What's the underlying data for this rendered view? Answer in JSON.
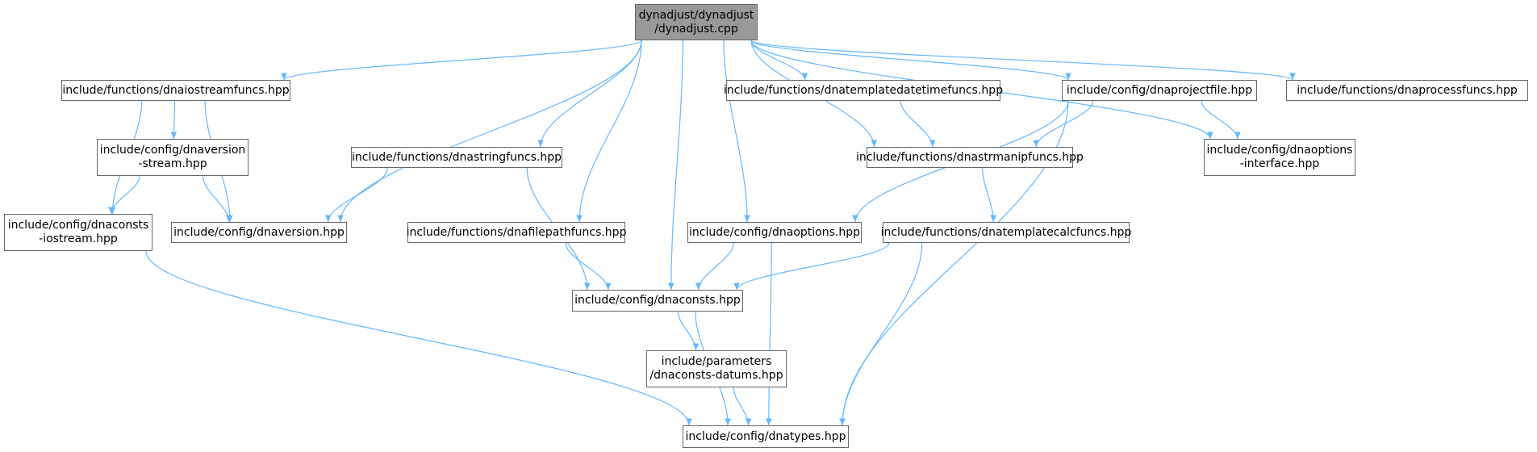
{
  "colors": {
    "edge": "#63b8ff",
    "node_border": "#666666",
    "root_fill": "#999999"
  },
  "nodes": {
    "root": {
      "label": "dynadjust/dynadjust\n/dynadjust.cpp"
    },
    "iostreamfuncs": {
      "label": "include/functions/dnaiostreamfuncs.hpp"
    },
    "templatedatetimefuncs": {
      "label": "include/functions/dnatemplatedatetimefuncs.hpp"
    },
    "projectfile": {
      "label": "include/config/dnaprojectfile.hpp"
    },
    "processfuncs": {
      "label": "include/functions/dnaprocessfuncs.hpp"
    },
    "version_stream": {
      "label": "include/config/dnaversion\n-stream.hpp"
    },
    "stringfuncs": {
      "label": "include/functions/dnastringfuncs.hpp"
    },
    "strmanipfuncs": {
      "label": "include/functions/dnastrmanipfuncs.hpp"
    },
    "options_interface": {
      "label": "include/config/dnaoptions\n-interface.hpp"
    },
    "consts_iostream": {
      "label": "include/config/dnaconsts\n-iostream.hpp"
    },
    "version": {
      "label": "include/config/dnaversion.hpp"
    },
    "filepathfuncs": {
      "label": "include/functions/dnafilepathfuncs.hpp"
    },
    "options": {
      "label": "include/config/dnaoptions.hpp"
    },
    "templatecalcfuncs": {
      "label": "include/functions/dnatemplatecalcfuncs.hpp"
    },
    "consts": {
      "label": "include/config/dnaconsts.hpp"
    },
    "consts_datums": {
      "label": "include/parameters\n/dnaconsts-datums.hpp"
    },
    "types": {
      "label": "include/config/dnatypes.hpp"
    }
  },
  "edges": [
    [
      "root",
      "iostreamfuncs"
    ],
    [
      "root",
      "version"
    ],
    [
      "root",
      "stringfuncs"
    ],
    [
      "root",
      "filepathfuncs"
    ],
    [
      "root",
      "consts"
    ],
    [
      "root",
      "options"
    ],
    [
      "root",
      "templatedatetimefuncs"
    ],
    [
      "root",
      "strmanipfuncs"
    ],
    [
      "root",
      "projectfile"
    ],
    [
      "root",
      "options_interface"
    ],
    [
      "root",
      "processfuncs"
    ],
    [
      "iostreamfuncs",
      "consts_iostream"
    ],
    [
      "iostreamfuncs",
      "version_stream"
    ],
    [
      "iostreamfuncs",
      "version"
    ],
    [
      "version_stream",
      "consts_iostream"
    ],
    [
      "version_stream",
      "version"
    ],
    [
      "consts_iostream",
      "types"
    ],
    [
      "stringfuncs",
      "version"
    ],
    [
      "stringfuncs",
      "consts"
    ],
    [
      "filepathfuncs",
      "consts"
    ],
    [
      "options",
      "consts"
    ],
    [
      "options",
      "types"
    ],
    [
      "templatedatetimefuncs",
      "strmanipfuncs"
    ],
    [
      "projectfile",
      "strmanipfuncs"
    ],
    [
      "projectfile",
      "options"
    ],
    [
      "projectfile",
      "options_interface"
    ],
    [
      "projectfile",
      "types"
    ],
    [
      "strmanipfuncs",
      "templatecalcfuncs"
    ],
    [
      "templatecalcfuncs",
      "consts"
    ],
    [
      "templatecalcfuncs",
      "types"
    ],
    [
      "consts",
      "consts_datums"
    ],
    [
      "consts",
      "types"
    ],
    [
      "consts_datums",
      "types"
    ]
  ]
}
